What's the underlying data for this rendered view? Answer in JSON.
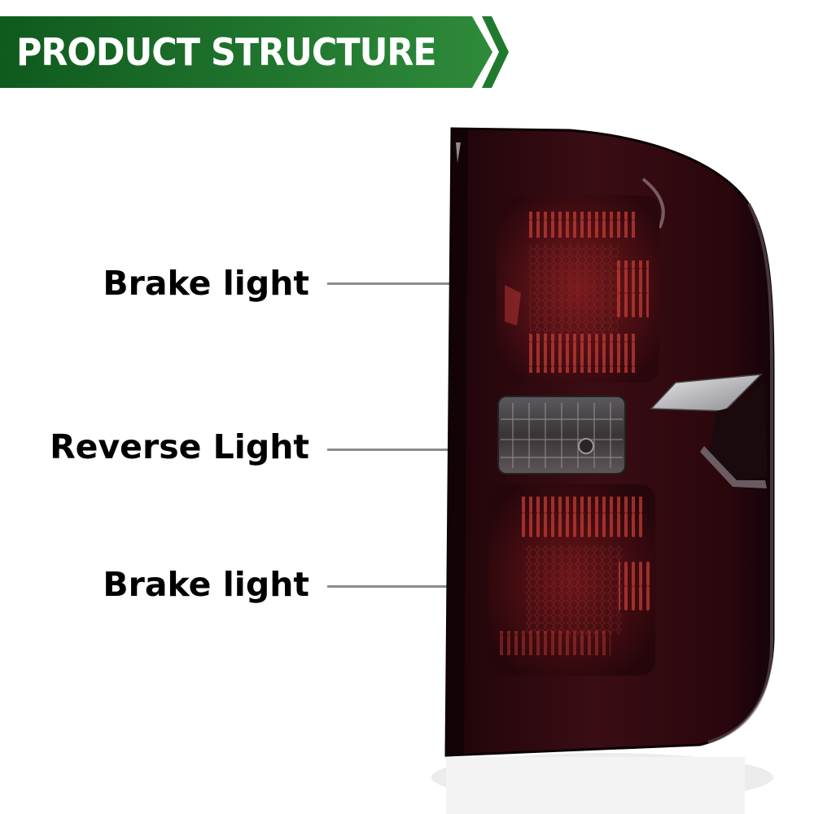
{
  "banner": {
    "title": "PRODUCT STRUCTURE",
    "color_dark": "#0f5a1e",
    "color_light": "#2e8b3a"
  },
  "callouts": [
    {
      "label": "Brake light"
    },
    {
      "label": "Reverse Light"
    },
    {
      "label": "Brake light"
    }
  ],
  "product": {
    "subject": "tail light assembly",
    "lens_color": "#3a0d14",
    "accent_color": "#c23a34"
  }
}
